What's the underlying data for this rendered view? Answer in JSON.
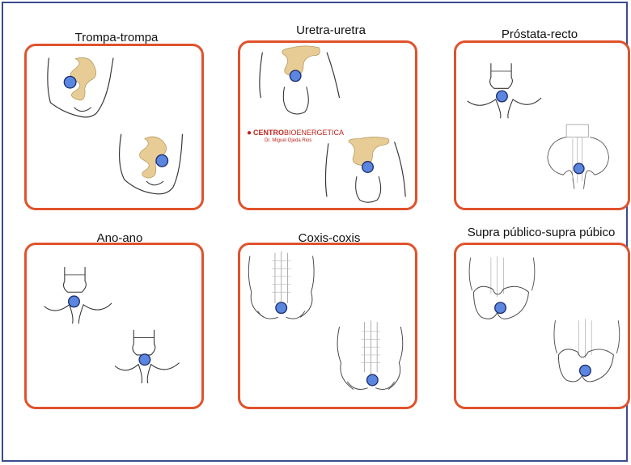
{
  "cells": [
    {
      "title": "Trompa-trompa"
    },
    {
      "title": "Uretra-uretra"
    },
    {
      "title": "Próstata-recto"
    },
    {
      "title": "Ano-ano"
    },
    {
      "title": "Coxis-coxis"
    },
    {
      "title": "Supra público-supra púbico"
    }
  ],
  "logo": {
    "brand_strong": "CENTRO",
    "brand_light": "BIOENERGETICA",
    "doctor": "Dr. Miguel Ojeda Rios"
  },
  "colors": {
    "frame": "#3b4b8f",
    "panel_border": "#e0522c",
    "point_fill": "#5b86e0",
    "point_stroke": "#1d2f6f",
    "organ_fill": "#e8cc96"
  }
}
